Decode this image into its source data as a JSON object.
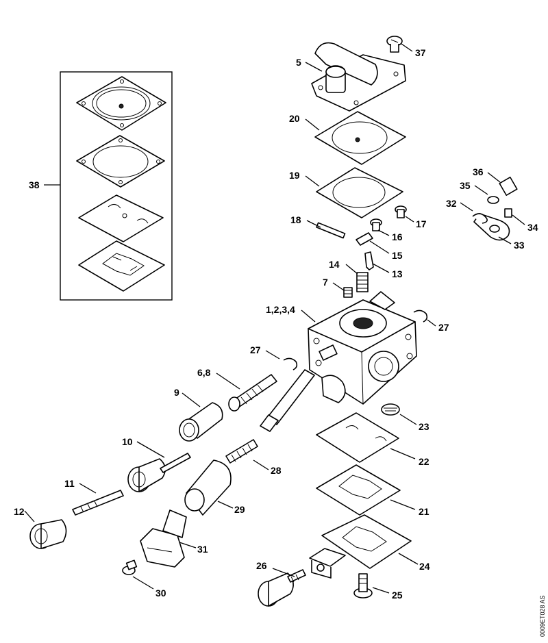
{
  "callouts": [
    {
      "id": "c37",
      "text": "37"
    },
    {
      "id": "c5",
      "text": "5"
    },
    {
      "id": "c20",
      "text": "20"
    },
    {
      "id": "c19",
      "text": "19"
    },
    {
      "id": "c18",
      "text": "18"
    },
    {
      "id": "c17",
      "text": "17"
    },
    {
      "id": "c16",
      "text": "16"
    },
    {
      "id": "c15",
      "text": "15"
    },
    {
      "id": "c14",
      "text": "14"
    },
    {
      "id": "c13",
      "text": "13"
    },
    {
      "id": "c7",
      "text": "7"
    },
    {
      "id": "c1234",
      "text": "1,2,3,4"
    },
    {
      "id": "c27a",
      "text": "27"
    },
    {
      "id": "c27b",
      "text": "27"
    },
    {
      "id": "c36",
      "text": "36"
    },
    {
      "id": "c35",
      "text": "35"
    },
    {
      "id": "c32",
      "text": "32"
    },
    {
      "id": "c34",
      "text": "34"
    },
    {
      "id": "c33",
      "text": "33"
    },
    {
      "id": "c38",
      "text": "38"
    },
    {
      "id": "c68",
      "text": "6,8"
    },
    {
      "id": "c9",
      "text": "9"
    },
    {
      "id": "c10",
      "text": "10"
    },
    {
      "id": "c11",
      "text": "11"
    },
    {
      "id": "c12",
      "text": "12"
    },
    {
      "id": "c23",
      "text": "23"
    },
    {
      "id": "c22",
      "text": "22"
    },
    {
      "id": "c28",
      "text": "28"
    },
    {
      "id": "c21",
      "text": "21"
    },
    {
      "id": "c29",
      "text": "29"
    },
    {
      "id": "c31",
      "text": "31"
    },
    {
      "id": "c24",
      "text": "24"
    },
    {
      "id": "c26",
      "text": "26"
    },
    {
      "id": "c25",
      "text": "25"
    },
    {
      "id": "c30",
      "text": "30"
    }
  ],
  "drawing_code": "0009ET028 AS"
}
